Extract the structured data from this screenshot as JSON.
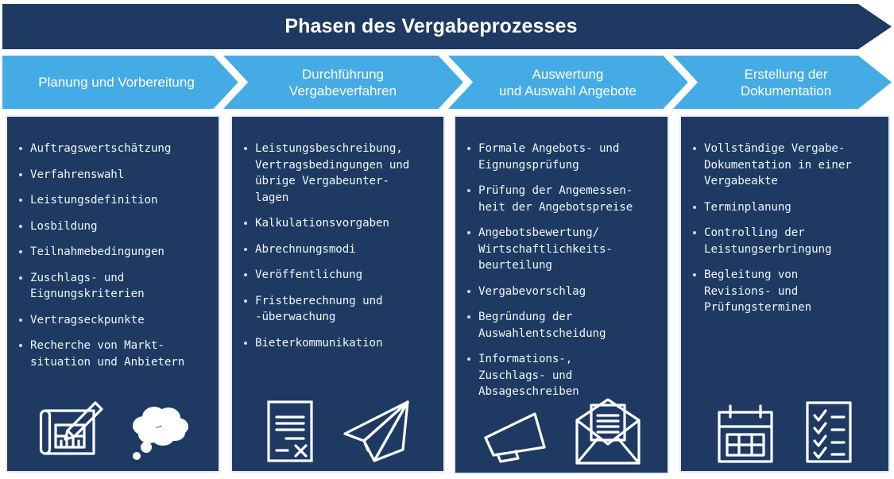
{
  "header": {
    "title": "Phasen des Vergabeprozesses"
  },
  "colors": {
    "dark_blue": "#1e3a63",
    "light_blue": "#45ABE4",
    "text_white": "#ffffff",
    "box_border": "#e8edf5",
    "bullet": "#cfd9e8"
  },
  "phases": [
    {
      "label": "Planung und Vorbereitung"
    },
    {
      "label": "Durchführung\nVergabeverfahren"
    },
    {
      "label": "Auswertung\nund Auswahl Angebote"
    },
    {
      "label": "Erstellung der\nDokumentation"
    }
  ],
  "columns": [
    {
      "phase": "Planung und Vorbereitung",
      "items": [
        "Auftragswertschätzung",
        "Verfahrenswahl",
        "Leistungsdefinition",
        "Losbildung",
        "Teilnahmebedingungen",
        "Zuschlags- und\nEignungskriterien",
        "Vertragseckpunkte",
        "Recherche von Markt-\nsituation und Anbietern"
      ],
      "icons": [
        "blueprint-pencil-icon",
        "thought-bubble-icon"
      ]
    },
    {
      "phase": "Durchführung Vergabeverfahren",
      "items": [
        "Leistungsbeschreibung,\nVertragsbedingungen und\nübrige Vergabeunter-\nlagen",
        "Kalkulationsvorgaben",
        "Abrechnungsmodi",
        "Veröffentlichung",
        "Fristberechnung und\n-überwachung",
        "Bieterkommunikation"
      ],
      "icons": [
        "signed-document-icon",
        "paper-plane-icon"
      ]
    },
    {
      "phase": "Auswertung und Auswahl Angebote",
      "items": [
        "Formale Angebots- und\nEignungsprüfung",
        "Prüfung der Angemessen-\nheit der Angebotspreise",
        "Angebotsbewertung/\nWirtschaftlichkeits-\nbeurteilung",
        "Vergabevorschlag",
        "Begründung der\nAuswahlentscheidung",
        "Informations-,\nZuschlags- und\nAbsageschreiben"
      ],
      "icons": [
        "megaphone-icon",
        "open-envelope-letter-icon"
      ]
    },
    {
      "phase": "Erstellung der Dokumentation",
      "items": [
        "Vollständige Vergabe-\nDokumentation in einer\nVergabeakte",
        "Terminplanung",
        "Controlling der\nLeistungserbringung",
        "Begleitung von\nRevisions- und\nPrüfungsterminen"
      ],
      "icons": [
        "calendar-icon",
        "checklist-icon"
      ]
    }
  ]
}
